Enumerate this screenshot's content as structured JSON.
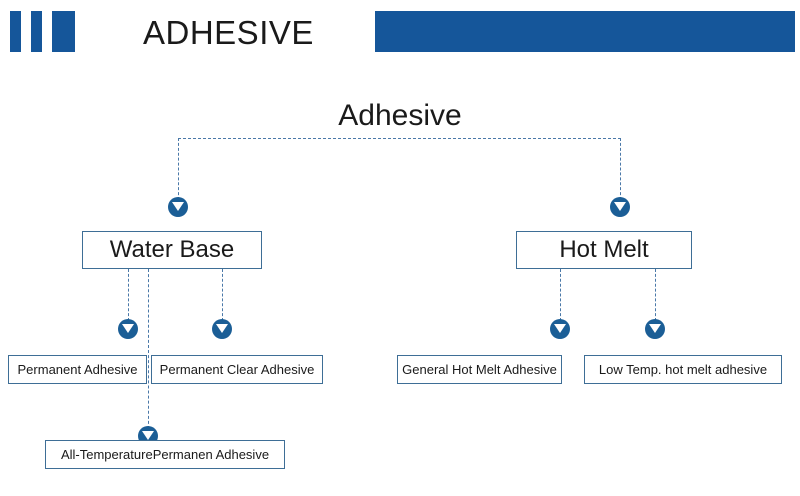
{
  "header": {
    "title": "ADHESIVE",
    "logo_bars": 3,
    "accent_color": "#15569A",
    "banner_color": "#15569A"
  },
  "diagram": {
    "type": "tree",
    "root": {
      "label": "Adhesive"
    },
    "branches": [
      {
        "label": "Water Base",
        "children": [
          {
            "label": "Permanent Adhesive"
          },
          {
            "label": "Permanent Clear Adhesive"
          },
          {
            "label": "All-TemperaturePermanen Adhesive"
          }
        ]
      },
      {
        "label": "Hot Melt",
        "children": [
          {
            "label": "General Hot Melt Adhesive"
          },
          {
            "label": "Low Temp. hot melt adhesive"
          }
        ]
      }
    ],
    "connector_color": "#4A78A8",
    "marker_color": "#1B5E96",
    "node_border_color": "#3E6E96"
  }
}
